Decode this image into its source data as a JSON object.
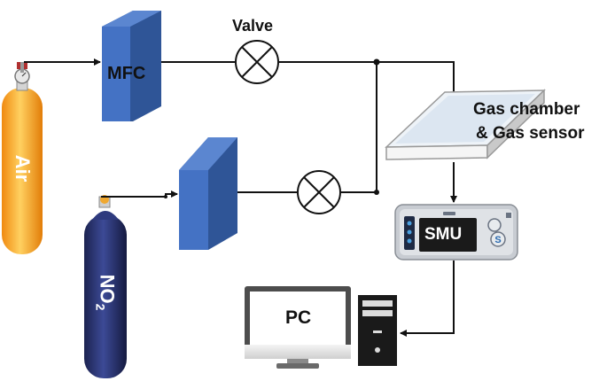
{
  "labels": {
    "valve": "Valve",
    "mfc": "MFC",
    "air": "Air",
    "no2_base": "NO",
    "no2_sub": "2",
    "gas_chamber_line1": "Gas chamber",
    "gas_chamber_line2": "& Gas sensor",
    "smu": "SMU",
    "pc": "PC"
  },
  "colors": {
    "air_cylinder": "#f5a820",
    "no2_cylinder": "#26306a",
    "mfc_block": "#4472c4",
    "chamber_plate": "#dfe8f2",
    "smu_body": "#c8ccd2",
    "smu_screen": "#1a1a1a",
    "line": "#111111"
  },
  "icons": {
    "valve_1": "valve-cross-icon",
    "valve_2": "valve-cross-icon",
    "regulator": "pressure-gauge-icon",
    "smu_logo": "s-logo-icon"
  }
}
